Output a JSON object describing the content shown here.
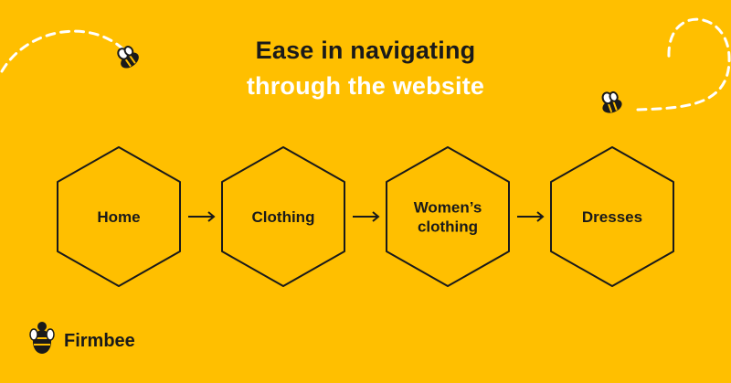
{
  "title": {
    "line1": "Ease in navigating",
    "line2": "through the website"
  },
  "steps": [
    {
      "label_lines": [
        "Home"
      ]
    },
    {
      "label_lines": [
        "Clothing"
      ]
    },
    {
      "label_lines": [
        "Women’s",
        "clothing"
      ]
    },
    {
      "label_lines": [
        "Dresses"
      ]
    }
  ],
  "brand": {
    "name": "Firmbee",
    "icon": "firmbee-bee-logo-icon"
  },
  "decorations": {
    "icons": [
      "bee-icon",
      "bee-icon"
    ]
  },
  "colors": {
    "background": "#FFBF00",
    "ink": "#1A1A1A",
    "title_highlight": "#FFFFFF"
  }
}
